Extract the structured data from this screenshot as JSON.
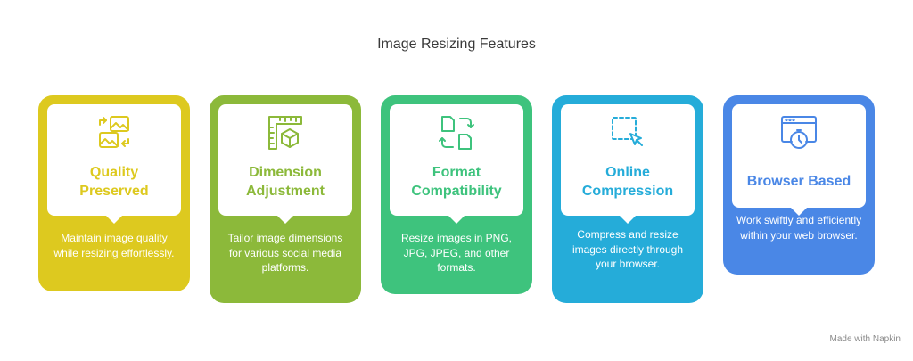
{
  "title": "Image Resizing Features",
  "colors": {
    "quality": "#DDC91F",
    "dimension": "#8CB93A",
    "format": "#3EC37D",
    "online": "#25ACD9",
    "browser": "#4A87E6"
  },
  "cards": [
    {
      "icon": "image-swap-icon",
      "title_line1": "Quality",
      "title_line2": "Preserved",
      "description": "Maintain image quality while resizing effortlessly."
    },
    {
      "icon": "ruler-cube-icon",
      "title_line1": "Dimension",
      "title_line2": "Adjustment",
      "description": "Tailor image dimensions for various social media platforms."
    },
    {
      "icon": "convert-files-icon",
      "title_line1": "Format",
      "title_line2": "Compatibility",
      "description": "Resize images in PNG, JPG, JPEG, and other formats."
    },
    {
      "icon": "select-cursor-icon",
      "title_line1": "Online",
      "title_line2": "Compression",
      "description": "Compress and resize images directly through your browser."
    },
    {
      "icon": "browser-stopwatch-icon",
      "title": "Browser Based",
      "description": "Work swiftly and efficiently within your web browser."
    }
  ],
  "footer": "Made with Napkin"
}
